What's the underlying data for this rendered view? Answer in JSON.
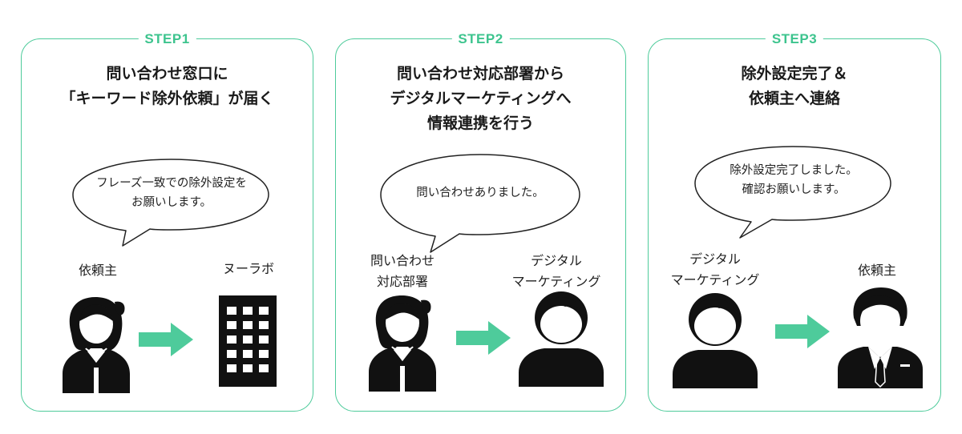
{
  "accent_color": "#4ecb9b",
  "steps": [
    {
      "label": "STEP1",
      "title": [
        "問い合わせ窓口に",
        "「キーワード除外依頼」が届く"
      ],
      "bubble": [
        "フレーズ一致での除外設定を",
        "お願いします。"
      ],
      "from": {
        "label": [
          "依頼主"
        ],
        "icon": "woman-icon"
      },
      "to": {
        "label": [
          "ヌーラボ"
        ],
        "icon": "building-icon"
      }
    },
    {
      "label": "STEP2",
      "title": [
        "問い合わせ対応部署から",
        "デジタルマーケティングへ",
        "情報連携を行う"
      ],
      "bubble": [
        "問い合わせありました。"
      ],
      "from": {
        "label": [
          "問い合わせ",
          "対応部署"
        ],
        "icon": "woman-icon"
      },
      "to": {
        "label": [
          "デジタル",
          "マーケティング"
        ],
        "icon": "man-icon"
      }
    },
    {
      "label": "STEP3",
      "title": [
        "除外設定完了＆",
        "依頼主へ連絡"
      ],
      "bubble": [
        "除外設定完了しました。",
        "確認お願いします。"
      ],
      "from": {
        "label": [
          "デジタル",
          "マーケティング"
        ],
        "icon": "man-icon"
      },
      "to": {
        "label": [
          "依頼主"
        ],
        "icon": "businessman-icon"
      }
    }
  ]
}
